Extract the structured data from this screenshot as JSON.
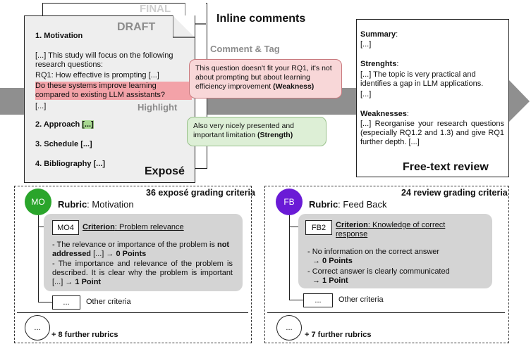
{
  "top": {
    "final_label": "FINAL",
    "draft_label": "DRAFT",
    "inline_comments_title": "Inline comments",
    "comment_tag_label": "Comment & Tag",
    "highlight_label": "Highlight",
    "expose_label": "Exposé",
    "draft_lines": {
      "motivation": "1. Motivation",
      "p1": "[...] This study will focus on the following research questions:",
      "rq1": "RQ1: How effective is prompting [...]",
      "hl": "Do these systems improve learning compared to existing LLM assistants?",
      "ellipsis": "[...]",
      "approach": "2. Approach",
      "approach_hl": "[...]",
      "schedule": "3. Schedule [...]",
      "bibliography": "4. Bibliography [...]"
    },
    "comment_weakness": {
      "text": "This question doesn't fit your RQ1, it's not about prompting but about learning efficiency improvement",
      "tag": "(Weakness)"
    },
    "comment_strength": {
      "text": "Also very nicely presented and important limitation",
      "tag": "(Strength)"
    },
    "review": {
      "summary_head": "Summary",
      "summary_body": "[...]",
      "strengths_head": "Strenghts",
      "strengths_body": "[...] The topic is very practical and identifies a gap in LLM applications.",
      "strengths_tail": "[...]",
      "weaknesses_head": "Weaknesses",
      "weaknesses_body": "[...] Reorganise your research questions (especially RQ1.2 and 1.3) and give RQ1 further depth. [...]",
      "caption": "Free-text review"
    }
  },
  "left_panel": {
    "header": "36 exposé grading criteria",
    "circle": "MO",
    "rubric_label": "Rubric",
    "rubric_name": ": Motivation",
    "crit_id": "MO4",
    "crit_label": "Criterion",
    "crit_name": ": Problem relevance",
    "line1": "- The relevance or importance of the problem is",
    "line1_bold": "not addressed",
    "line1_tail": " [...] → ",
    "line1_points": "0 Points",
    "line2": "- The importance and relevance of the problem is described. It is clear why the problem is important [...] → ",
    "line2_points": "1 Point",
    "other_box": "...",
    "other_label": "Other criteria",
    "further_circle": "...",
    "further_label": "+ 8 further rubrics"
  },
  "right_panel": {
    "header": "24 review grading criteria",
    "circle": "FB",
    "rubric_label": "Rubric",
    "rubric_name": ": Feed Back",
    "crit_id": "FB2",
    "crit_label": "Criterion",
    "crit_name": ": Knowledge of correct response",
    "line1": "- No information on the correct answer",
    "line1_points": "→ 0 Points",
    "line2": "- Correct answer is clearly communicated",
    "line2_points": "→ 1 Point",
    "other_box": "...",
    "other_label": "Other criteria",
    "further_circle": "...",
    "further_label": "+ 7 further rubrics"
  }
}
